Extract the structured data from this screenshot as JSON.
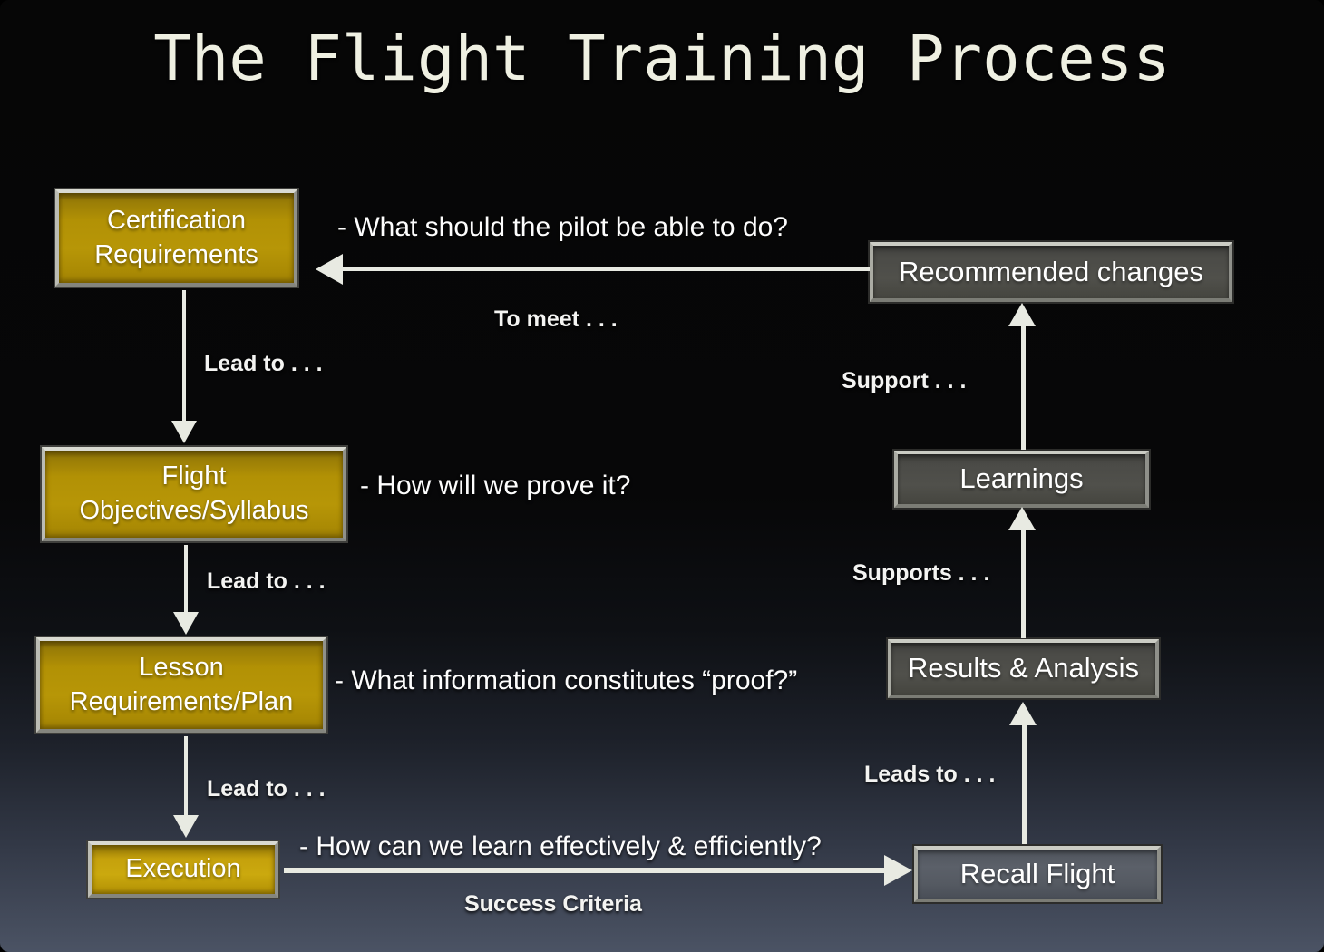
{
  "title": "The Flight Training Process",
  "process_flow": [
    {
      "label": "Certification\nRequirements"
    },
    {
      "label": "Flight\nObjectives/Syllabus"
    },
    {
      "label": "Lesson\nRequirements/Plan"
    },
    {
      "label": "Execution"
    }
  ],
  "feedback_flow": [
    {
      "label": "Recommended changes"
    },
    {
      "label": "Learnings"
    },
    {
      "label": "Results & Analysis"
    },
    {
      "label": "Recall Flight"
    }
  ],
  "annotations": {
    "q_certification": "- What should the pilot be able to do?",
    "q_flight": "- How will we prove it?",
    "q_lesson": "- What information constitutes “proof?”",
    "q_execution": "- How can we learn effectively & efficiently?"
  },
  "connector_labels": {
    "to_meet": "To meet . . .",
    "lead_to_1": "Lead to . . .",
    "lead_to_2": "Lead to . . .",
    "lead_to_3": "Lead to . . .",
    "success_criteria": "Success Criteria",
    "leads_to": "Leads to . . .",
    "supports": "Supports . . .",
    "support": "Support . . ."
  },
  "colors": {
    "background_top": "#060606",
    "background_bottom": "#4b5364",
    "process_box_fill": "#b29105",
    "execution_box_fill": "#c5a10c",
    "feedback_box_fill": "#4b4b47",
    "recall_box_fill": "#5b6069",
    "box_frame": "#cbccc4",
    "arrow": "#e8eae2",
    "title_text": "#eff0e2",
    "box_text": "#ffffff"
  }
}
